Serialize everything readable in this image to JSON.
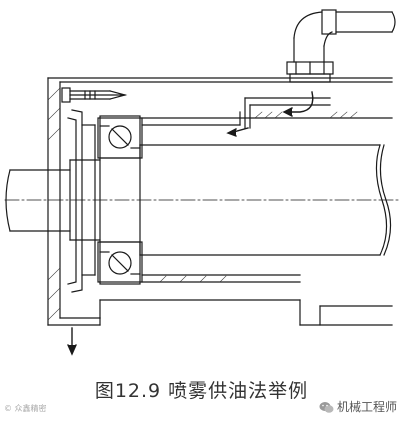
{
  "figure": {
    "caption": "图12.9  喷雾供油法举例"
  },
  "watermark": {
    "left_text": "© 众鑫精密",
    "right_text": "机械工程师",
    "icon": "wechat-icon"
  },
  "colors": {
    "line": "#1a1a1a",
    "hatch": "#333333",
    "background": "#ffffff",
    "caption": "#333333"
  }
}
